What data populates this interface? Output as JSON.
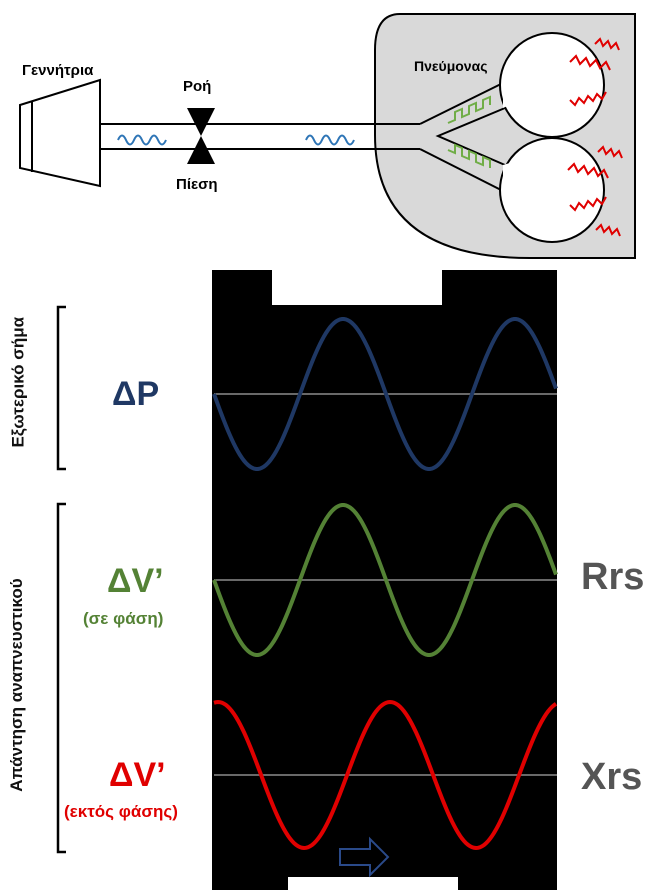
{
  "top_diagram": {
    "generator_label": "Γεννήτρια",
    "flow_label": "Ροή",
    "pressure_label": "Πίεση",
    "lung_label": "Πνεύμονας"
  },
  "signals": {
    "external_signal_label": "Εξωτερικό σήμα",
    "respiratory_response_label": "Απάντηση αναπνευστικού",
    "pressure": {
      "symbol": "ΔP",
      "color": "#1f3864"
    },
    "flow_in_phase": {
      "symbol": "ΔV’",
      "qualifier": "(σε φάση)",
      "color": "#548235"
    },
    "flow_out_of_phase": {
      "symbol": "ΔV’",
      "qualifier": "(εκτός φάσης)",
      "color": "#e00000"
    }
  },
  "outputs": {
    "resistance": "Rrs",
    "reactance": "Xrs"
  },
  "colors": {
    "panel": "#000000",
    "baseline": "#8c8c8c",
    "lung_fill": "#d9d9d9",
    "wave_blue": "#2e75b6",
    "wave_green": "#70ad47",
    "wave_red": "#e00000",
    "arrow": "#1f3864"
  }
}
